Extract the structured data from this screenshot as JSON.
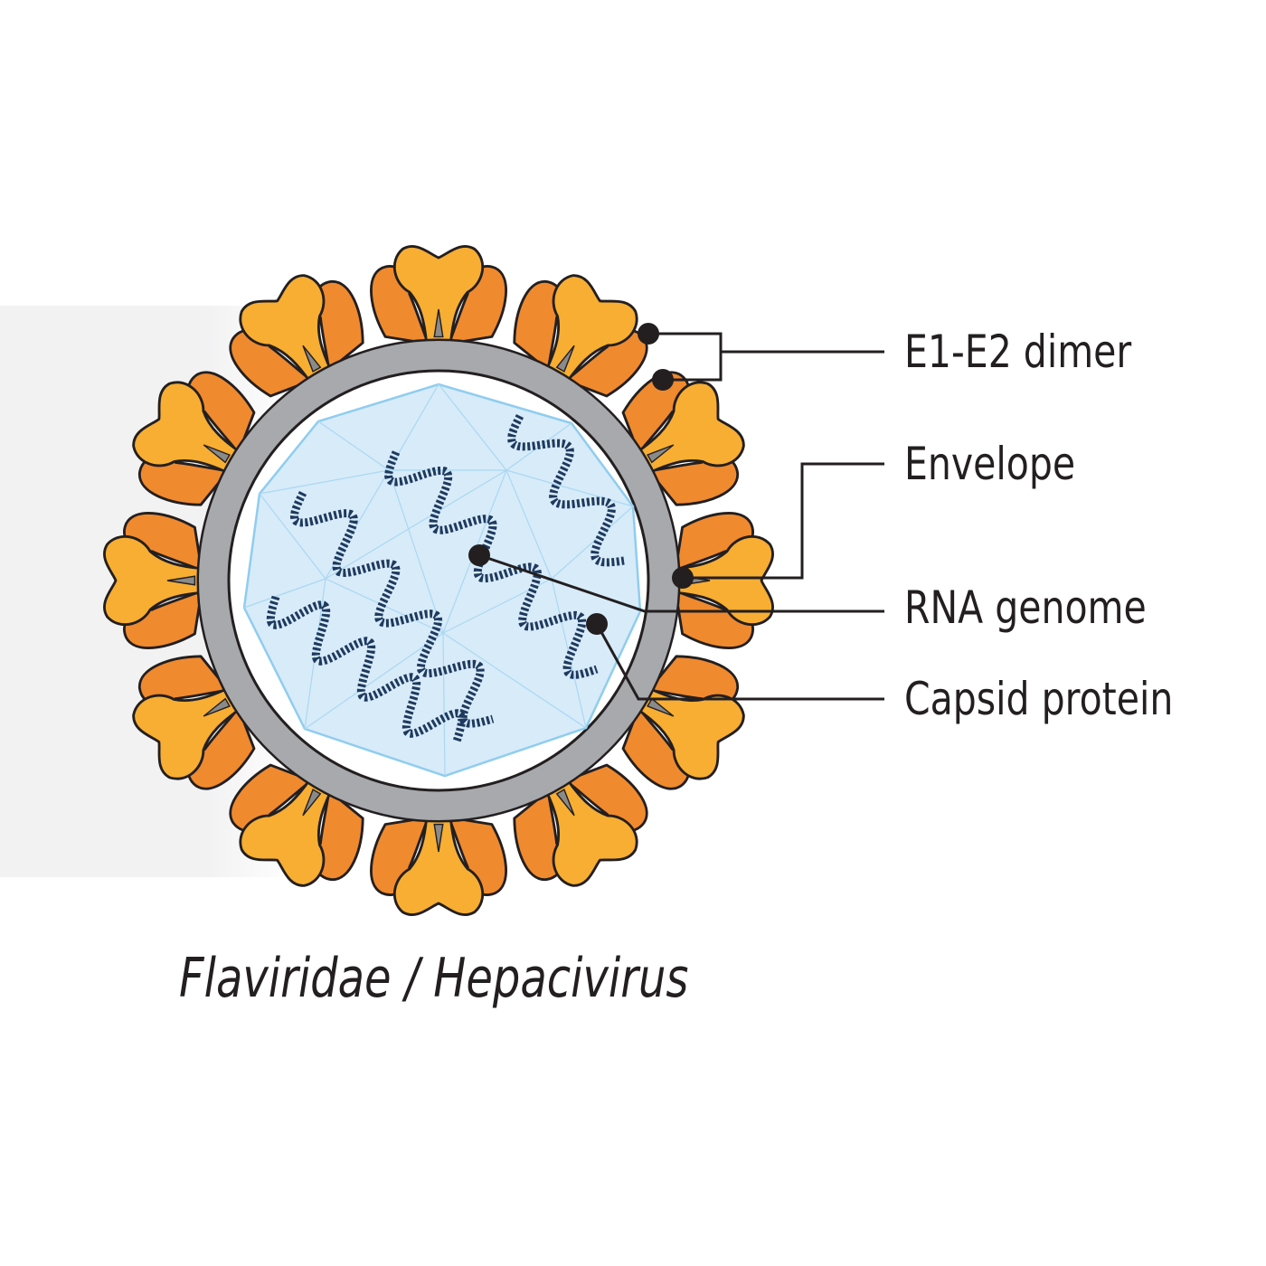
{
  "labels": {
    "e1e2_dimer": "E1-E2 dimer",
    "envelope": "Envelope",
    "rna_genome": "RNA genome",
    "capsid_protein": "Capsid protein"
  },
  "caption": "Flaviridae / Hepacivirus",
  "colors": {
    "envelope_grey": "#a7a9ac",
    "e1_orange": "#f08a2e",
    "e2_yellow": "#f7ae32",
    "capsid_fill": "#d8ebf9",
    "capsid_line": "#8fcdef",
    "rna_strand": "#1f3a5f",
    "outline": "#231f20"
  }
}
